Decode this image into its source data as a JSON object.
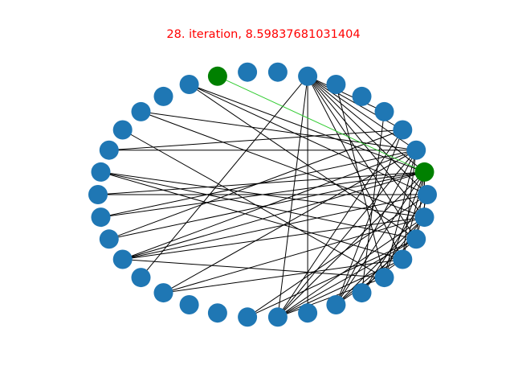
{
  "title": {
    "text": "28. iteration, 8.59837681031404",
    "color": "#ff0000"
  },
  "colors": {
    "node_default": "#1f77b4",
    "node_highlight": "#008000",
    "edge_default": "#000000",
    "edge_highlight": "#33cc33"
  },
  "graph": {
    "layout": "circular",
    "node_count": 34,
    "highlighted_nodes": [
      10,
      1
    ],
    "highlighted_edge": [
      10,
      1
    ],
    "edges": [
      [
        7,
        21
      ],
      [
        7,
        26
      ],
      [
        7,
        27
      ],
      [
        7,
        31
      ],
      [
        7,
        32
      ],
      [
        7,
        33
      ],
      [
        7,
        4
      ],
      [
        7,
        3
      ],
      [
        7,
        2
      ],
      [
        7,
        0
      ],
      [
        7,
        1
      ],
      [
        13,
        2
      ],
      [
        13,
        33
      ],
      [
        15,
        3
      ],
      [
        15,
        2
      ],
      [
        14,
        30
      ],
      [
        16,
        31
      ],
      [
        16,
        33
      ],
      [
        16,
        32
      ],
      [
        11,
        32
      ],
      [
        11,
        1
      ],
      [
        11,
        0
      ],
      [
        17,
        0
      ],
      [
        17,
        1
      ],
      [
        18,
        2
      ],
      [
        18,
        1
      ],
      [
        19,
        3
      ],
      [
        19,
        1
      ],
      [
        20,
        2
      ],
      [
        20,
        30
      ],
      [
        20,
        0
      ],
      [
        20,
        1
      ],
      [
        20,
        33
      ],
      [
        22,
        2
      ],
      [
        22,
        33
      ],
      [
        22,
        31
      ],
      [
        25,
        32
      ],
      [
        25,
        0
      ],
      [
        26,
        33
      ],
      [
        26,
        32
      ],
      [
        26,
        31
      ],
      [
        26,
        30
      ],
      [
        26,
        1
      ],
      [
        26,
        2
      ],
      [
        26,
        3
      ],
      [
        28,
        31
      ],
      [
        28,
        32
      ],
      [
        28,
        33
      ],
      [
        28,
        1
      ],
      [
        28,
        2
      ],
      [
        28,
        3
      ],
      [
        29,
        33
      ],
      [
        29,
        4
      ],
      [
        29,
        0
      ],
      [
        30,
        6
      ],
      [
        30,
        1
      ],
      [
        30,
        2
      ],
      [
        31,
        1
      ],
      [
        31,
        2
      ],
      [
        32,
        1
      ],
      [
        32,
        0
      ],
      [
        33,
        1
      ],
      [
        10,
        1
      ]
    ]
  }
}
